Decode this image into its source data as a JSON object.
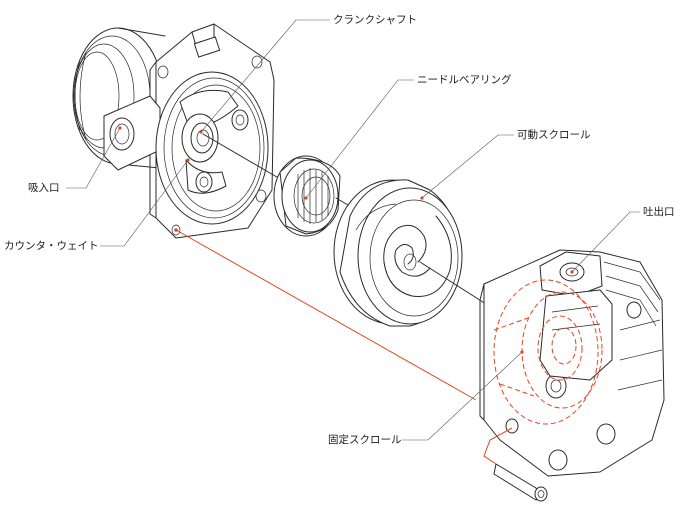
{
  "labels": {
    "crankshaft": "クランクシャフト",
    "needle_bearing": "ニードルベアリング",
    "orbiting_scroll": "可動スクロール",
    "discharge_port": "吐出口",
    "suction_port": "吸入口",
    "counterweight": "カウンタ・ウェイト",
    "fixed_scroll": "固定スクロール"
  },
  "colors": {
    "line": "#2a2a2a",
    "accent": "#e2461e",
    "background": "#ffffff"
  }
}
